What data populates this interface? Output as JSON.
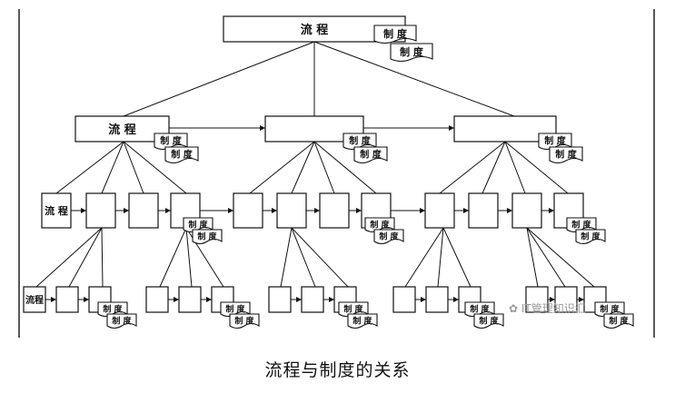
{
  "diagram": {
    "process_label": "流 程",
    "process_label_compact": "流程",
    "doc_label": "制 度"
  },
  "caption": "流程与制度的关系",
  "watermark": "IT管理知识汇"
}
